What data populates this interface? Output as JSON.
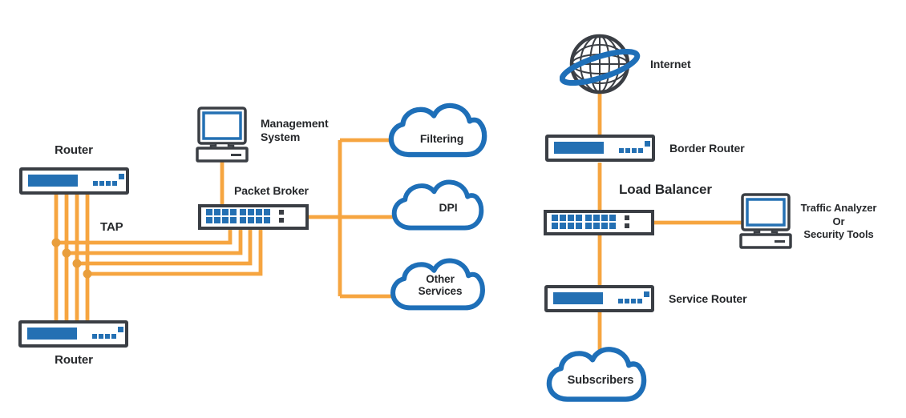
{
  "colors": {
    "connector_orange": "#F6A540",
    "tap_dot_orange": "#E99E3C",
    "device_blue": "#2470B3",
    "cloud_blue": "#1E6FB8",
    "outline_dark": "#3A3E44",
    "text": "#26282B",
    "background": "#FFFFFF"
  },
  "nodes": {
    "router_top": {
      "label": "Router"
    },
    "tap": {
      "label": "TAP"
    },
    "router_bottom": {
      "label": "Router"
    },
    "management_system": {
      "label_line1": "Management",
      "label_line2": "System"
    },
    "packet_broker": {
      "label": "Packet Broker"
    },
    "cloud_filtering": {
      "label": "Filtering"
    },
    "cloud_dpi": {
      "label": "DPI"
    },
    "cloud_other_services": {
      "label_line1": "Other",
      "label_line2": "Services"
    },
    "internet": {
      "label": "Internet"
    },
    "border_router": {
      "label": "Border Router"
    },
    "load_balancer": {
      "label": "Load Balancer"
    },
    "traffic_analyzer": {
      "label_line1": "Traffic Analyzer",
      "label_line2": "Or",
      "label_line3": "Security Tools"
    },
    "service_router": {
      "label": "Service Router"
    },
    "subscribers": {
      "label": "Subscribers"
    }
  }
}
